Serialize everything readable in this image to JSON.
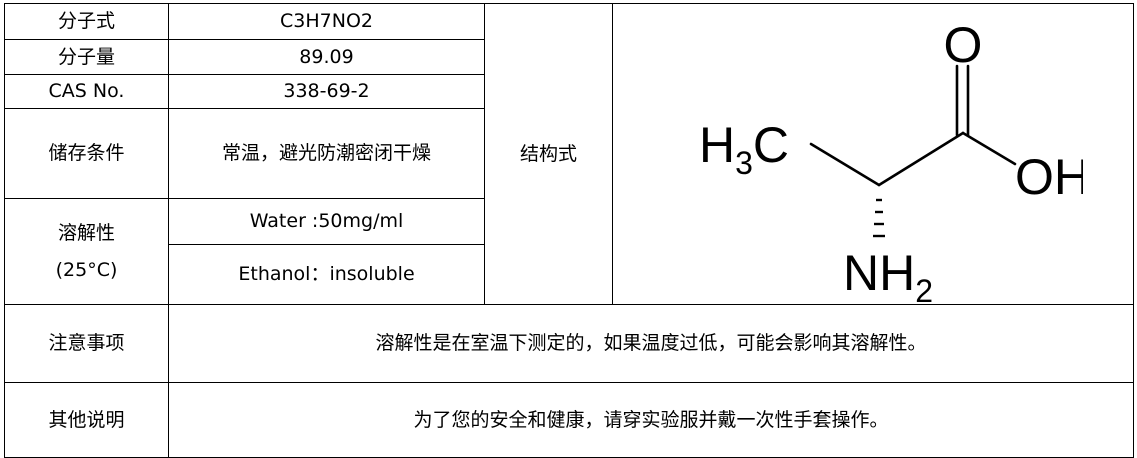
{
  "table": {
    "formula_label": "分子式",
    "formula_value": "C3H7NO2",
    "weight_label": "分子量",
    "weight_value": "89.09",
    "cas_label": "CAS No.",
    "cas_value": "338-69-2",
    "storage_label": "储存条件",
    "storage_value": "常温，避光防潮密闭干燥",
    "solubility_label_line1": "溶解性",
    "solubility_label_line2": "(25°C)",
    "solubility_water": "Water :50mg/ml",
    "solubility_ethanol": "Ethanol：insoluble",
    "structure_label": "结构式",
    "notes_label": "注意事项",
    "notes_value": "溶解性是在室温下测定的，如果温度过低，可能会影响其溶解性。",
    "other_label": "其他说明",
    "other_value": "为了您的安全和健康，请穿实验服并戴一次性手套操作。"
  },
  "structure": {
    "carbonyl_oxygen": "O",
    "methyl_group": "H",
    "methyl_subscript": "3",
    "methyl_carbon": "C",
    "hydroxyl": "OH",
    "amine_n": "NH",
    "amine_subscript": "2"
  }
}
